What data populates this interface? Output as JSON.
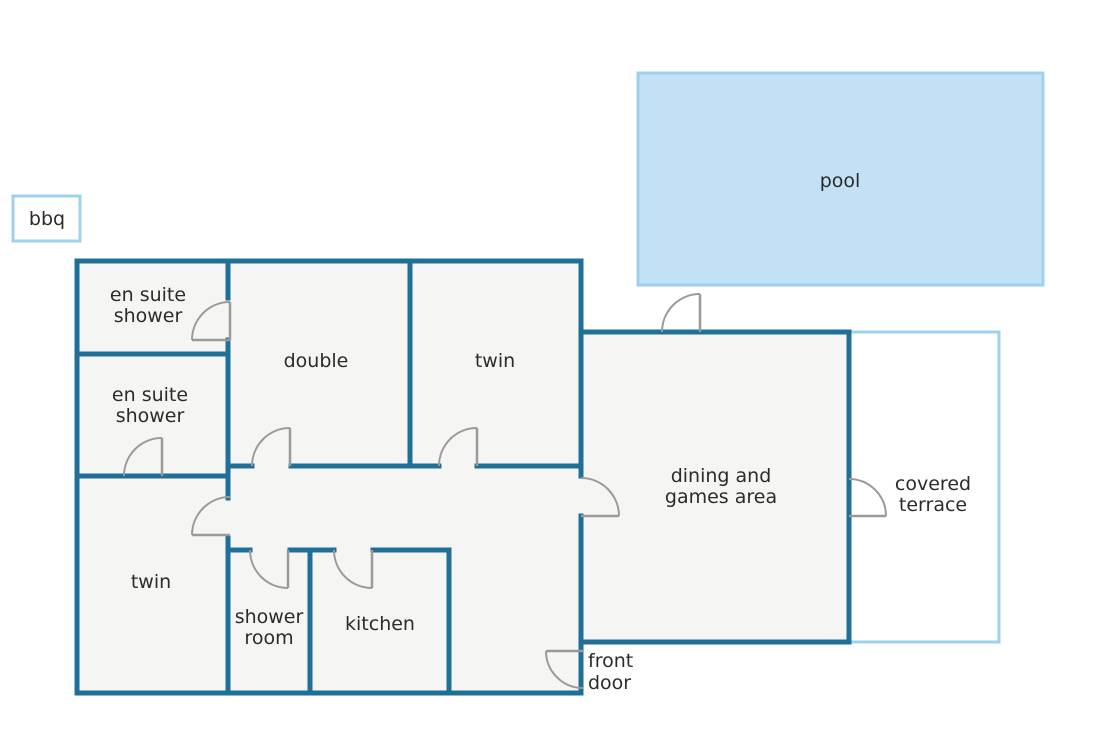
{
  "labels": {
    "bbq": "bbq",
    "pool": "pool",
    "en_suite_1": [
      "en suite",
      "shower"
    ],
    "en_suite_2": [
      "en suite",
      "shower"
    ],
    "double": "double",
    "twin_top": "twin",
    "twin_left": "twin",
    "dining": [
      "dining and",
      "games area"
    ],
    "covered_terrace": [
      "covered",
      "terrace"
    ],
    "shower_room": [
      "shower",
      "room"
    ],
    "kitchen": "kitchen",
    "front_door": [
      "front",
      "door"
    ]
  },
  "colors": {
    "wall": "#1f6f96",
    "floor": "#f5f5f3",
    "pool_fill": "#c2e1f5",
    "pool_border": "#9fd1ec",
    "light_outline": "#9fd1ec",
    "door": "#9a9a9a",
    "text": "#2b2b2b"
  }
}
